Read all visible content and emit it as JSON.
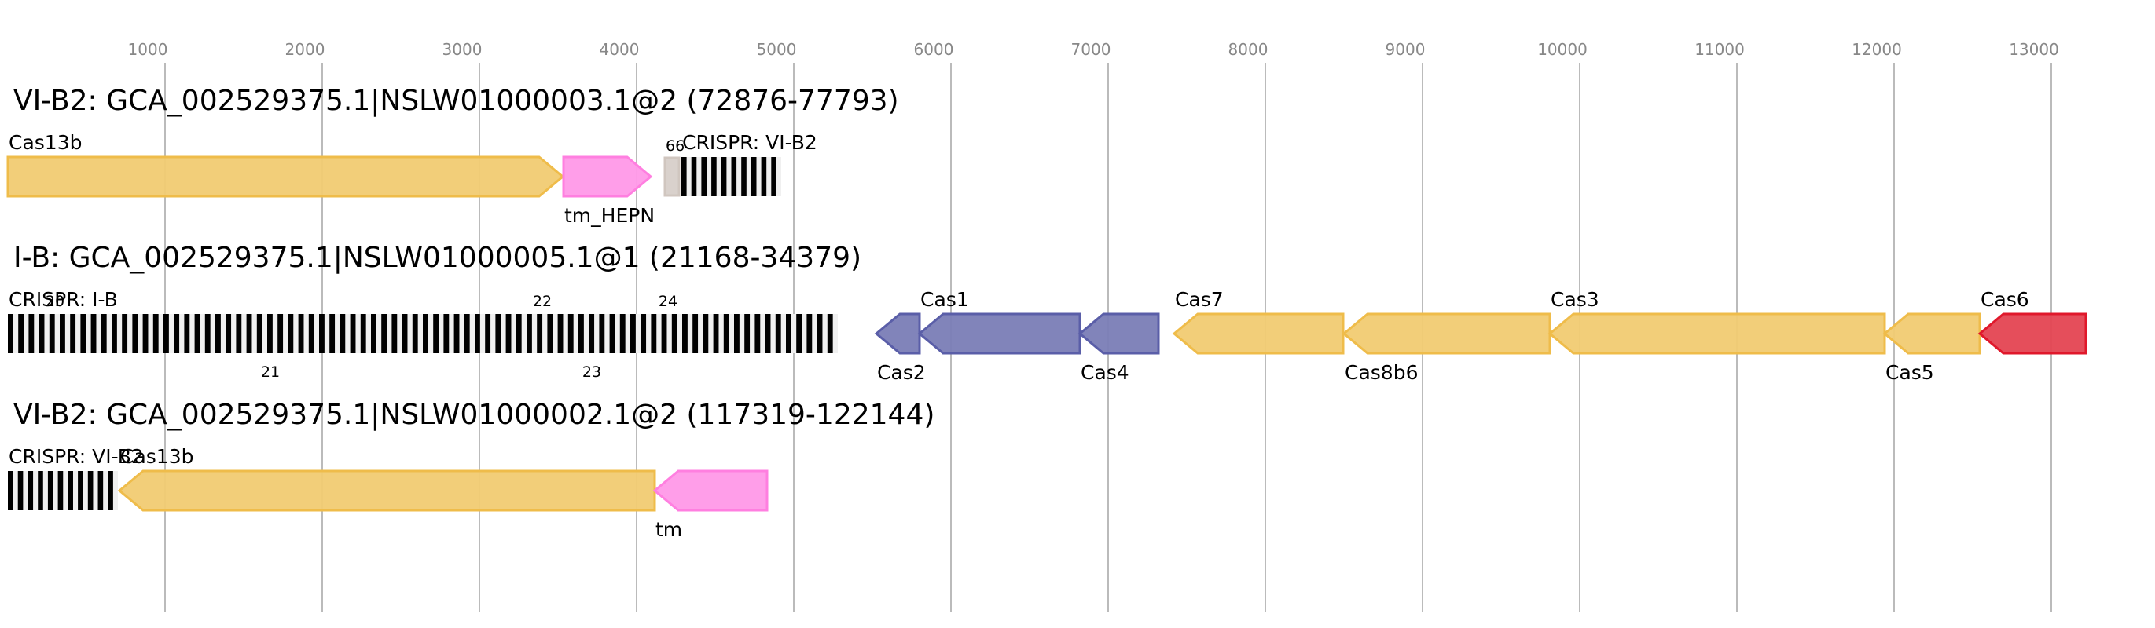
{
  "chart_data": {
    "type": "gene-map",
    "title": "",
    "xlabel": "",
    "ylabel": "",
    "x_range_bp": [
      0,
      13600
    ],
    "grid": true,
    "x_ticks": [
      1000,
      2000,
      3000,
      4000,
      5000,
      6000,
      7000,
      8000,
      9000,
      10000,
      11000,
      12000,
      13000
    ],
    "colors": {
      "yellow": {
        "fill": "#f1cb72",
        "stroke": "#efbc4a"
      },
      "pink": {
        "fill": "#ff99e8",
        "stroke": "#ff7fe0"
      },
      "blue": {
        "fill": "#7a7db6",
        "stroke": "#5a5ea8"
      },
      "red": {
        "fill": "#e44452",
        "stroke": "#e0182b"
      },
      "gray": {
        "fill": "#d9d1cc",
        "stroke": "#d0c6bf"
      },
      "repeat_dark": "#000000",
      "repeat_light": "#f0f0f0"
    },
    "loci": [
      {
        "title": "VI-B2: GCA_002529375.1|NSLW01000003.1@2 (72876-77793)",
        "features": [
          {
            "type": "gene",
            "name": "Cas13b",
            "start": 0,
            "end": 3530,
            "strand": "+",
            "color": "yellow",
            "label_pos": "top"
          },
          {
            "type": "gene",
            "name": "tm_HEPN",
            "start": 3535,
            "end": 4090,
            "strand": "+",
            "color": "pink",
            "label_pos": "bottom"
          },
          {
            "type": "box",
            "name": "66",
            "start": 4175,
            "end": 4275,
            "color": "gray",
            "label_pos": "top-small"
          },
          {
            "type": "crispr",
            "name": "CRISPR: VI-B2",
            "start": 4285,
            "end": 4920,
            "repeats": 10,
            "label_pos": "top"
          }
        ],
        "repeat_numbers": []
      },
      {
        "title": "I-B: GCA_002529375.1|NSLW01000005.1@1 (21168-34379)",
        "features": [
          {
            "type": "crispr",
            "name": "CRISPR: I-B",
            "start": 0,
            "end": 5280,
            "repeats": 80,
            "label_pos": "top"
          },
          {
            "type": "gene",
            "name": "Cas2",
            "start": 5525,
            "end": 5800,
            "strand": "-",
            "color": "blue",
            "label_pos": "bottom"
          },
          {
            "type": "gene",
            "name": "Cas1",
            "start": 5800,
            "end": 6820,
            "strand": "-",
            "color": "blue",
            "label_pos": "top"
          },
          {
            "type": "gene",
            "name": "Cas4",
            "start": 6820,
            "end": 7320,
            "strand": "-",
            "color": "blue",
            "label_pos": "bottom"
          },
          {
            "type": "gene",
            "name": "Cas7",
            "start": 7420,
            "end": 8495,
            "strand": "-",
            "color": "yellow",
            "label_pos": "top"
          },
          {
            "type": "gene",
            "name": "Cas8b6",
            "start": 8500,
            "end": 9810,
            "strand": "-",
            "color": "yellow",
            "label_pos": "bottom"
          },
          {
            "type": "gene",
            "name": "Cas3",
            "start": 9810,
            "end": 11940,
            "strand": "-",
            "color": "yellow",
            "label_pos": "top"
          },
          {
            "type": "gene",
            "name": "Cas5",
            "start": 11940,
            "end": 12545,
            "strand": "-",
            "color": "yellow",
            "label_pos": "bottom"
          },
          {
            "type": "gene",
            "name": "Cas6",
            "start": 12545,
            "end": 13220,
            "strand": "-",
            "color": "red",
            "label_pos": "top"
          }
        ],
        "repeat_numbers": [
          {
            "label": "20",
            "pos": 300,
            "where": "top"
          },
          {
            "label": "21",
            "pos": 1670,
            "where": "bottom"
          },
          {
            "label": "22",
            "pos": 3400,
            "where": "top"
          },
          {
            "label": "23",
            "pos": 3715,
            "where": "bottom"
          },
          {
            "label": "24",
            "pos": 4200,
            "where": "top"
          }
        ]
      },
      {
        "title": "VI-B2: GCA_002529375.1|NSLW01000002.1@2 (117319-122144)",
        "features": [
          {
            "type": "crispr",
            "name": "CRISPR: VI-B2",
            "start": 0,
            "end": 700,
            "repeats": 11,
            "label_pos": "top"
          },
          {
            "type": "gene",
            "name": "Cas13b",
            "start": 710,
            "end": 4115,
            "strand": "-",
            "color": "yellow",
            "label_pos": "top"
          },
          {
            "type": "gene",
            "name": "tm",
            "start": 4115,
            "end": 4830,
            "strand": "-",
            "color": "pink",
            "label_pos": "bottom"
          }
        ],
        "repeat_numbers": []
      }
    ]
  }
}
